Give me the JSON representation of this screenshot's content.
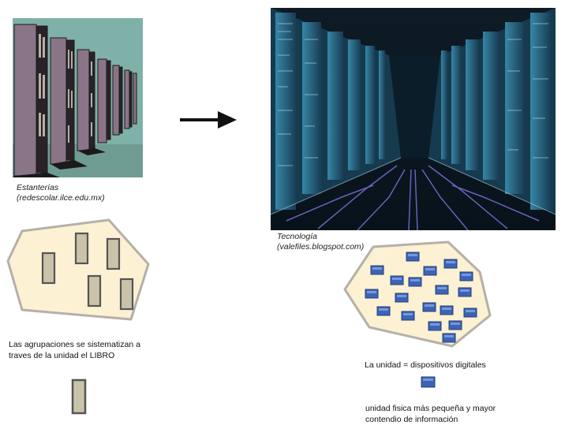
{
  "left": {
    "image_caption_line1": "Estanterías",
    "image_caption_line2": "(redescolar.ilce.edu.mx)",
    "description_line1": "Las agrupaciones se sistematizan a",
    "description_line2": "traves de la unidad el LIBRO"
  },
  "right": {
    "image_caption_line1": "Tecnología",
    "image_caption_line2": "(valefiles.blogspot.com)",
    "unit_text": "La unidad = dispositivos digitales",
    "note_line1": "unidad fisica más pequeña y mayor",
    "note_line2": "contendio de información"
  },
  "colors": {
    "region_fill": "#fcf1d2",
    "region_stroke": "#b5b0a8",
    "book_fill": "#c9c3aa",
    "book_stroke": "#555555",
    "device_fill": "#3d63b8"
  }
}
